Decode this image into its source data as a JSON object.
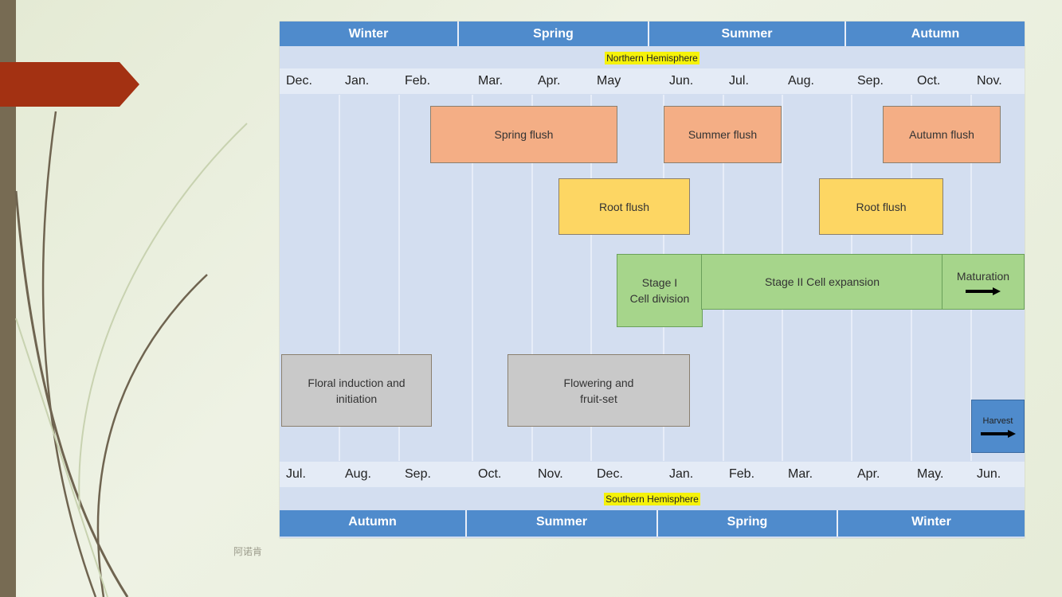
{
  "watermark": "阿诺肯",
  "colors": {
    "season_bar": "#4f8bcc",
    "chart_bg": "#d3def0",
    "flush": "#f4ae85",
    "root_flush": "#fdd663",
    "fruit_stage": "#a6d58b",
    "flowering": "#c9c9c9",
    "harvest": "#4f8bcc",
    "hemisphere_highlight": "#f5f20a",
    "accent_arrow": "#a33112"
  },
  "top_seasons": [
    "Winter",
    "Spring",
    "Summer",
    "Autumn"
  ],
  "northern_label": "Northern Hemisphere",
  "northern_months": [
    "Dec.",
    "Jan.",
    "Feb.",
    "Mar.",
    "Apr.",
    "May",
    "Jun.",
    "Jul.",
    "Aug.",
    "Sep.",
    "Oct.",
    "Nov."
  ],
  "blocks": {
    "spring_flush": "Spring flush",
    "summer_flush": "Summer flush",
    "autumn_flush": "Autumn flush",
    "root_flush_1": "Root flush",
    "root_flush_2": "Root flush",
    "stage1_line1": "Stage I",
    "stage1_line2": "Cell division",
    "stage2": "Stage II Cell expansion",
    "maturation": "Maturation",
    "floral_line1": "Floral induction and",
    "floral_line2": "initiation",
    "flowering_line1": "Flowering and",
    "flowering_line2": "fruit-set",
    "harvest": "Harvest"
  },
  "southern_months": [
    "Jul.",
    "Aug.",
    "Sep.",
    "Oct.",
    "Nov.",
    "Dec.",
    "Jan.",
    "Feb.",
    "Mar.",
    "Apr.",
    "May.",
    "Jun."
  ],
  "southern_label": "Southern Hemisphere",
  "bottom_seasons": [
    "Autumn",
    "Summer",
    "Spring",
    "Winter"
  ]
}
